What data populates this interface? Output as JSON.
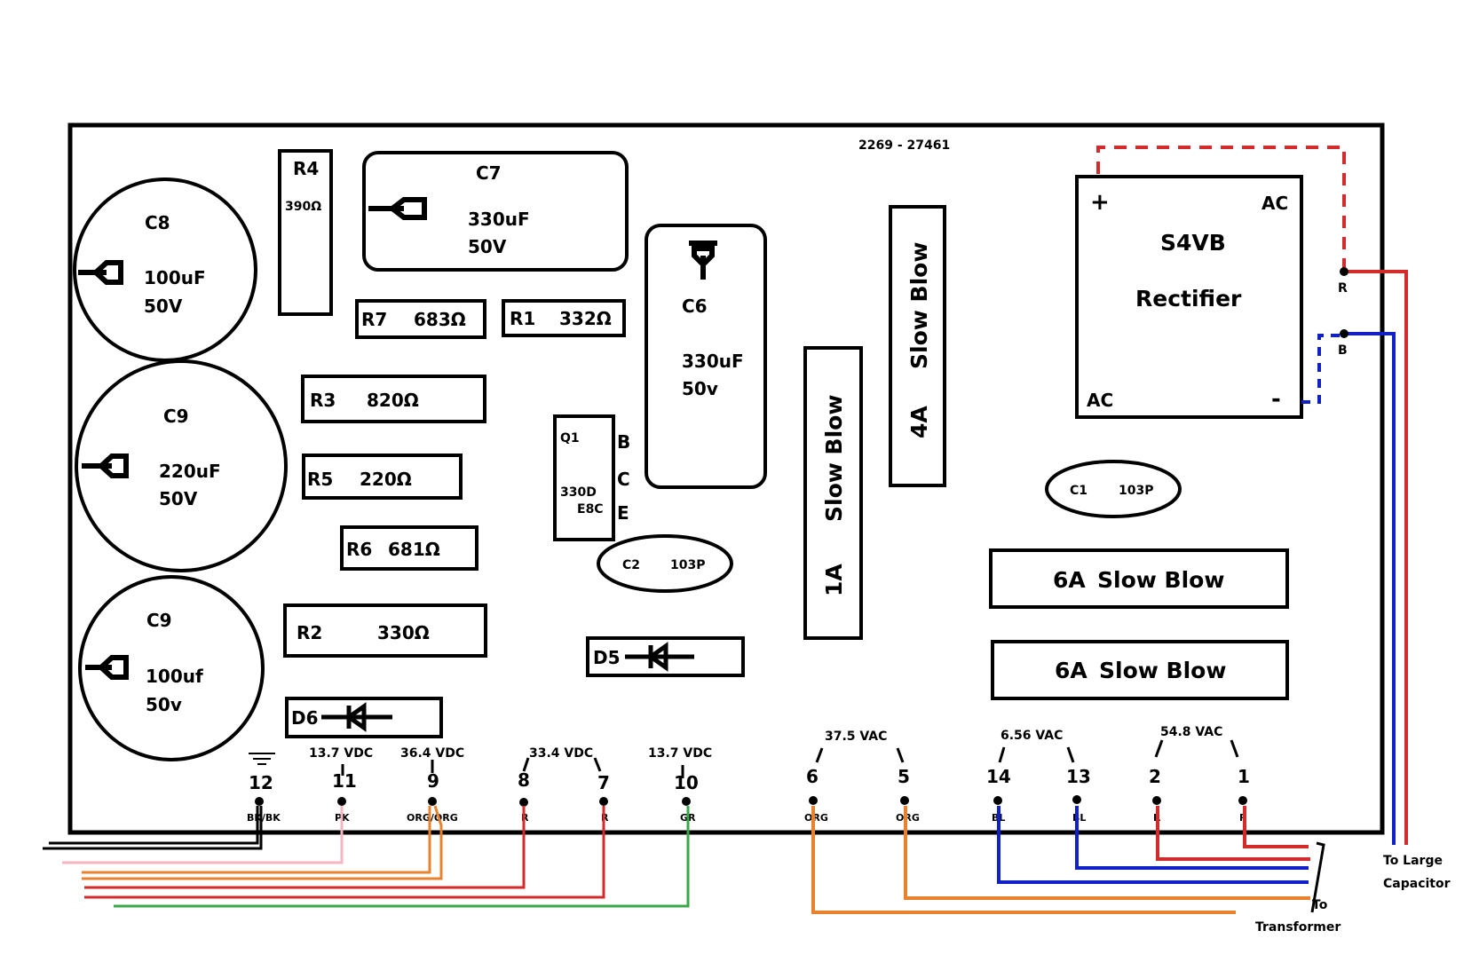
{
  "board_id": "2269 - 27461",
  "components": {
    "c8": {
      "name": "C8",
      "value": "100uF",
      "voltage": "50V"
    },
    "c9a": {
      "name": "C9",
      "value": "220uF",
      "voltage": "50V"
    },
    "c9b": {
      "name": "C9",
      "value": "100uf",
      "voltage": "50v"
    },
    "c7": {
      "name": "C7",
      "value": "330uF",
      "voltage": "50V"
    },
    "c6": {
      "name": "C6",
      "value": "330uF",
      "voltage": "50v"
    },
    "r4": {
      "name": "R4",
      "value": "390Ω"
    },
    "r7": {
      "name": "R7",
      "value": "683Ω"
    },
    "r1": {
      "name": "R1",
      "value": "332Ω"
    },
    "r3": {
      "name": "R3",
      "value": "820Ω"
    },
    "r5": {
      "name": "R5",
      "value": "220Ω"
    },
    "r6": {
      "name": "R6",
      "value": "681Ω"
    },
    "r2": {
      "name": "R2",
      "value": "330Ω"
    },
    "q1": {
      "name": "Q1",
      "code1": "330D",
      "code2": "E8C",
      "pin_b": "B",
      "pin_c": "C",
      "pin_e": "E"
    },
    "c2": {
      "name": "C2",
      "value": "103P"
    },
    "c1": {
      "name": "C1",
      "value": "103P"
    },
    "d5": {
      "name": "D5"
    },
    "d6": {
      "name": "D6"
    },
    "fuse_1a": {
      "rating": "1A",
      "type": "Slow Blow"
    },
    "fuse_4a": {
      "rating": "4A",
      "type": "Slow Blow"
    },
    "fuse_6a_1": {
      "rating": "6A",
      "type": "Slow Blow"
    },
    "fuse_6a_2": {
      "rating": "6A",
      "type": "Slow Blow"
    },
    "rectifier": {
      "model": "S4VB",
      "label": "Rectifier",
      "plus": "+",
      "minus": "-",
      "ac_top": "AC",
      "ac_bottom": "AC"
    }
  },
  "terminals": [
    {
      "num": "12",
      "code": "BK/BK"
    },
    {
      "num": "11",
      "code": "PK"
    },
    {
      "num": "9",
      "code": "ORG/ORG"
    },
    {
      "num": "8",
      "code": "R"
    },
    {
      "num": "7",
      "code": "R"
    },
    {
      "num": "10",
      "code": "GR"
    },
    {
      "num": "6",
      "code": "ORG"
    },
    {
      "num": "5",
      "code": "ORG"
    },
    {
      "num": "14",
      "code": "BL"
    },
    {
      "num": "13",
      "code": "BL"
    },
    {
      "num": "2",
      "code": "R"
    },
    {
      "num": "1",
      "code": "R"
    }
  ],
  "voltages": {
    "v11": "13.7 VDC",
    "v9": "36.4 VDC",
    "v87": "33.4 VDC",
    "v10": "13.7 VDC",
    "v65": "37.5 VAC",
    "v1413": "6.56 VAC",
    "v21": "54.8 VAC"
  },
  "rectifier_leads": {
    "r": "R",
    "b": "B"
  },
  "notes": {
    "to_large_1": "To Large",
    "to_large_2": "Capacitor",
    "to_transformer_1": "To",
    "to_transformer_2": "Transformer"
  },
  "colors": {
    "red": "#d42a2a",
    "blue": "#1020c8",
    "orange": "#e8822e",
    "green": "#3aa84a",
    "pink": "#f4b6c2",
    "black": "#000000"
  }
}
